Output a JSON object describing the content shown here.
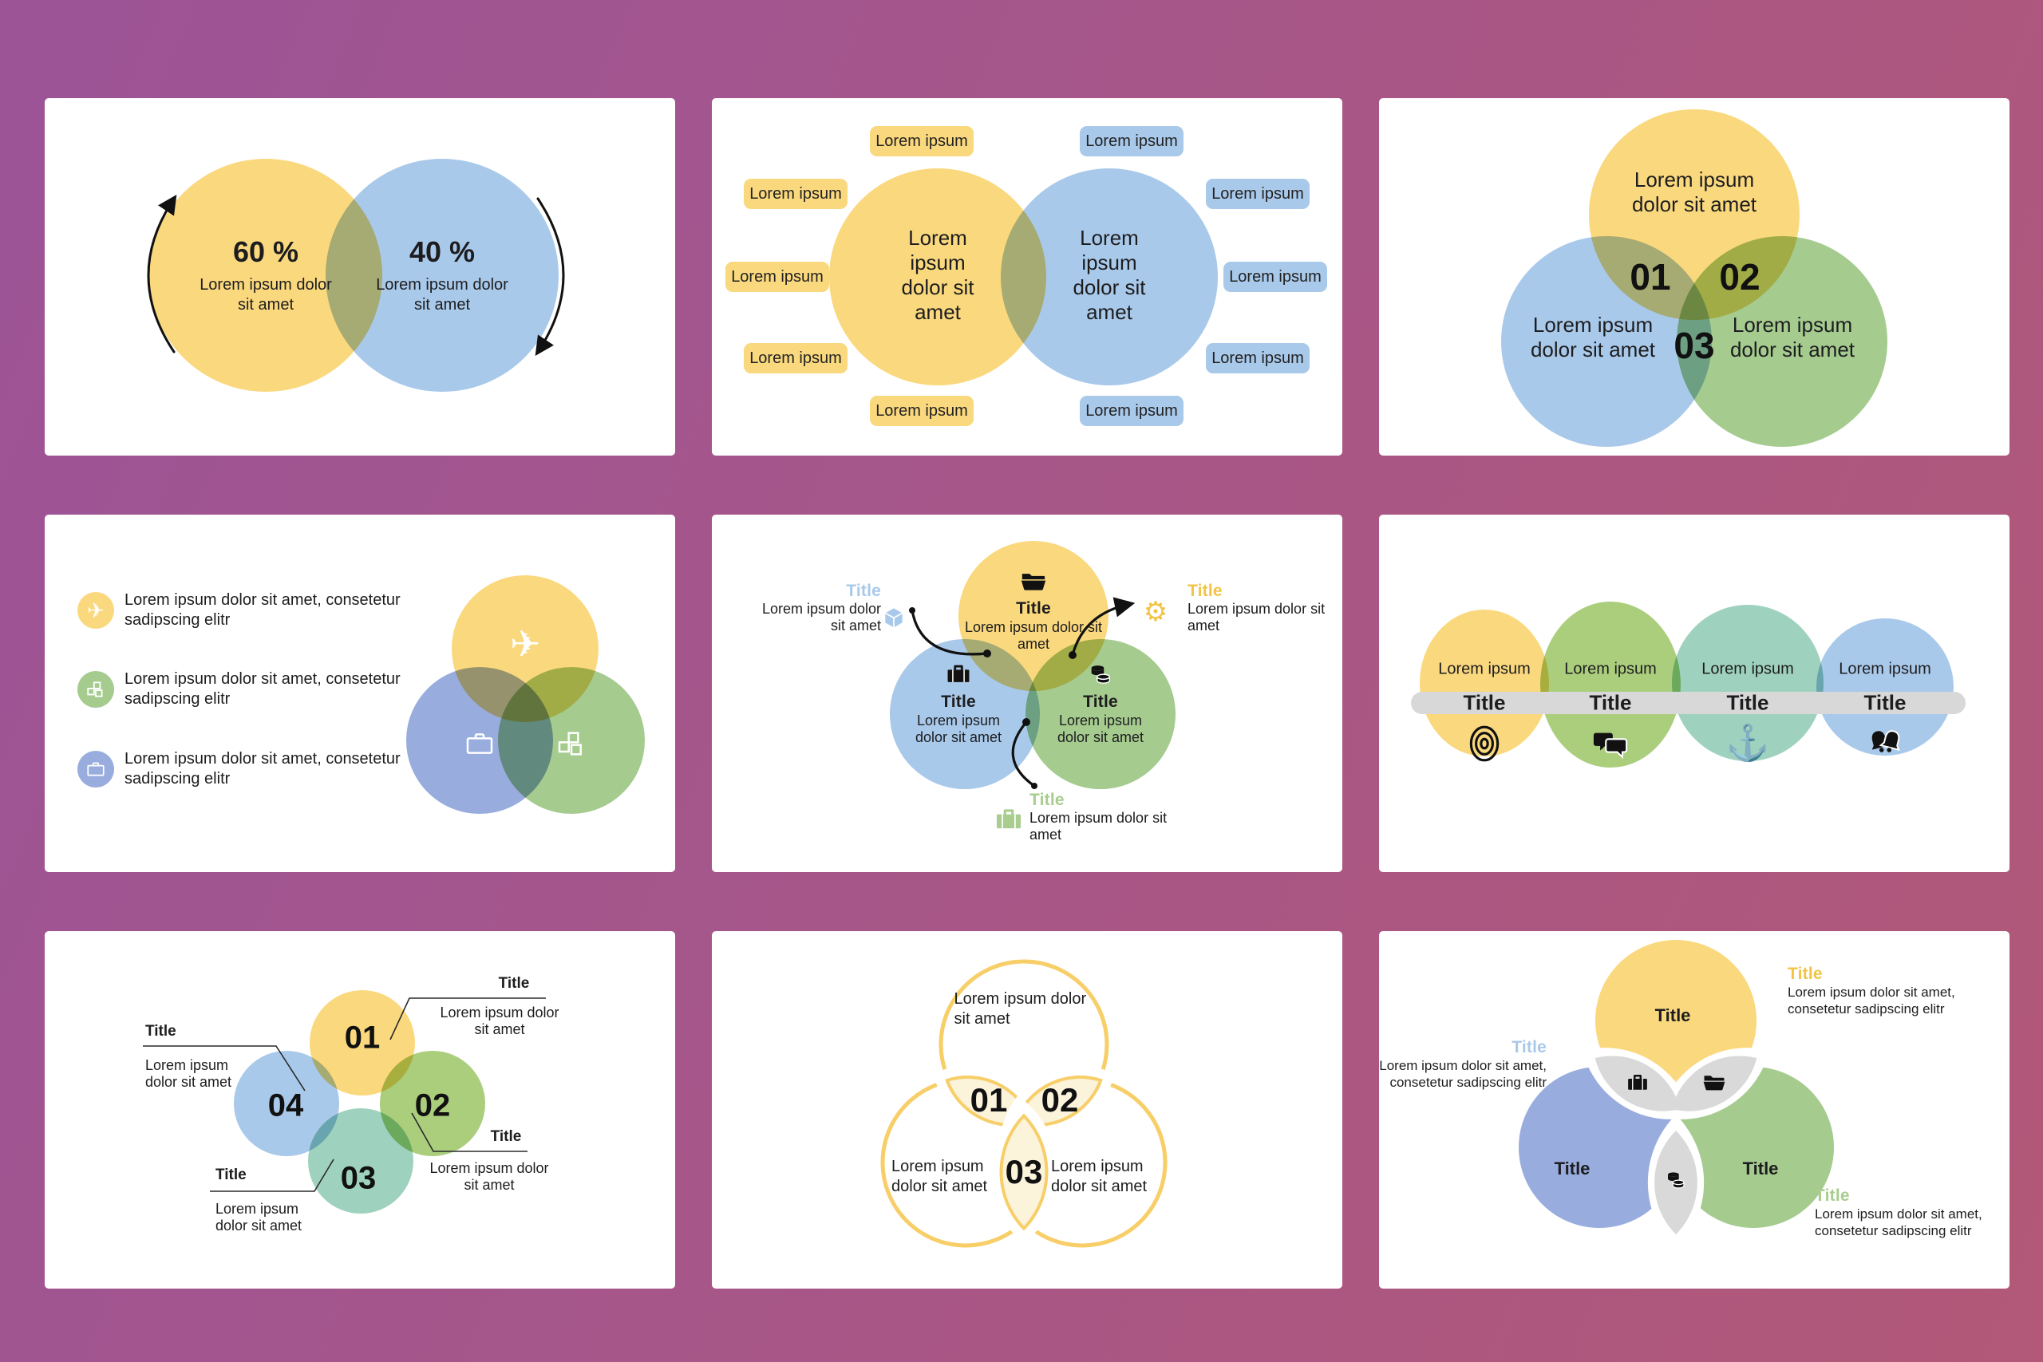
{
  "palette": {
    "bg_gradient_start": "#9c5497",
    "bg_gradient_end": "#b25878",
    "card_bg": "#ffffff",
    "ink": "#1d1d1f",
    "yellow": "#fad87d",
    "yellow_deep": "#f2c445",
    "yellow_stroke": "#f7ce68",
    "yellow_pale": "#fcf3db",
    "blue": "#a9c9ea",
    "periwinkle": "#98acde",
    "green": "#a5cb8f",
    "green_soft": "#a8cd8e",
    "lime": "#abce7d",
    "teal": "#9fd2be",
    "gray_bar": "#d8d8d8",
    "gray_leaf": "#d9d9d9",
    "line": "#1a1a1a"
  },
  "cards": {
    "percent": {
      "left": {
        "value": "60 %",
        "label": "Lorem ipsum dolor sit amet"
      },
      "right": {
        "value": "40 %",
        "label": "Lorem ipsum dolor sit amet"
      }
    },
    "pills": {
      "left_circle": "Lorem ipsum dolor sit amet",
      "right_circle": "Lorem ipsum dolor sit amet",
      "left_pills": [
        "Lorem ipsum",
        "Lorem ipsum",
        "Lorem ipsum",
        "Lorem ipsum",
        "Lorem ipsum"
      ],
      "right_pills": [
        "Lorem ipsum",
        "Lorem ipsum",
        "Lorem ipsum",
        "Lorem ipsum",
        "Lorem ipsum"
      ]
    },
    "numbers": {
      "top_text": "Lorem ipsum dolor sit amet",
      "left_text": "Lorem ipsum dolor sit amet",
      "right_text": "Lorem ipsum dolor sit amet",
      "badges": [
        "01",
        "02",
        "03"
      ]
    },
    "legend": {
      "items": [
        {
          "icon": "airplane-icon",
          "text": "Lorem ipsum dolor sit amet, consetetur sadipscing elitr"
        },
        {
          "icon": "squares-icon",
          "text": "Lorem ipsum dolor sit amet, consetetur sadipscing elitr"
        },
        {
          "icon": "briefcase-icon",
          "text": "Lorem ipsum dolor sit amet, consetetur sadipscing elitr"
        }
      ]
    },
    "callouts3": {
      "circles": [
        {
          "title": "Title",
          "text": "Lorem ipsum dolor sit amet"
        },
        {
          "title": "Title",
          "text": "Lorem ipsum dolor sit amet"
        },
        {
          "title": "Title",
          "text": "Lorem ipsum dolor sit amet"
        }
      ],
      "notes": [
        {
          "title": "Title",
          "text": "Lorem ipsum dolor sit amet"
        },
        {
          "title": "Title",
          "text": "Lorem ipsum dolor sit amet"
        },
        {
          "title": "Title",
          "text": "Lorem ipsum dolor sit amet"
        }
      ]
    },
    "row4": {
      "items": [
        {
          "label": "Lorem ipsum",
          "title": "Title",
          "icon": "fingerprint-icon"
        },
        {
          "label": "Lorem ipsum",
          "title": "Title",
          "icon": "chat-bubbles-icon"
        },
        {
          "label": "Lorem ipsum",
          "title": "Title",
          "icon": "anchor-icon"
        },
        {
          "label": "Lorem ipsum",
          "title": "Title",
          "icon": "bells-icon"
        }
      ],
      "anchor_glyph": "⚓"
    },
    "flower4": {
      "badges": [
        "01",
        "02",
        "03",
        "04"
      ],
      "notes": [
        {
          "title": "Title",
          "text": "Lorem ipsum dolor sit amet"
        },
        {
          "title": "Title",
          "text": "Lorem ipsum dolor sit amet"
        },
        {
          "title": "Title",
          "text": "Lorem ipsum dolor sit amet"
        },
        {
          "title": "Title",
          "text": "Lorem ipsum dolor sit amet"
        }
      ]
    },
    "outline3": {
      "top_text": "Lorem ipsum dolor sit amet",
      "left_text": "Lorem ipsum dolor sit amet",
      "right_text": "Lorem ipsum dolor sit amet",
      "badges": [
        "01",
        "02",
        "03"
      ]
    },
    "solid3": {
      "titles": [
        "Title",
        "Title",
        "Title"
      ],
      "notes": [
        {
          "title": "Title",
          "text": "Lorem ipsum dolor sit amet, consetetur sadipscing elitr"
        },
        {
          "title": "Title",
          "text": "Lorem ipsum dolor sit amet, consetetur sadipscing elitr"
        },
        {
          "title": "Title",
          "text": "Lorem ipsum dolor sit amet, consetetur sadipscing elitr"
        }
      ]
    },
    "misc": {
      "airplane_glyph": "✈",
      "gear_glyph": "⚙"
    }
  }
}
